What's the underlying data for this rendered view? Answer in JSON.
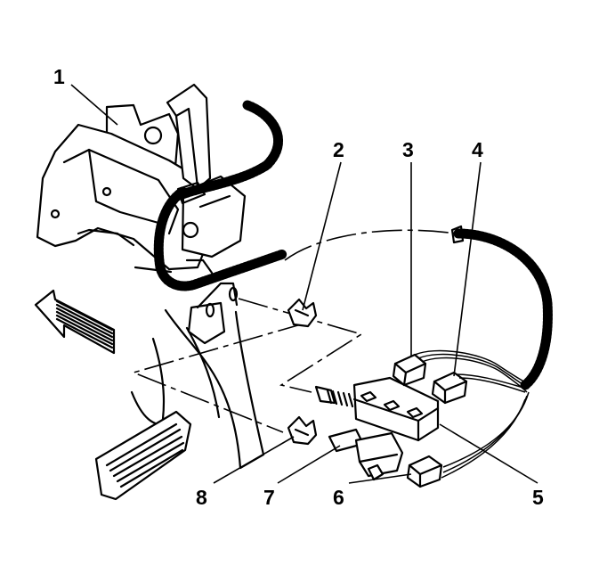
{
  "callouts": [
    {
      "id": "1",
      "label": "1"
    },
    {
      "id": "2",
      "label": "2"
    },
    {
      "id": "3",
      "label": "3"
    },
    {
      "id": "4",
      "label": "4"
    },
    {
      "id": "5",
      "label": "5"
    },
    {
      "id": "6",
      "label": "6"
    },
    {
      "id": "7",
      "label": "7"
    },
    {
      "id": "8",
      "label": "8"
    }
  ],
  "colors": {
    "line": "#000000",
    "background": "#ffffff"
  },
  "icons": {
    "direction": "arrow-left-icon"
  }
}
